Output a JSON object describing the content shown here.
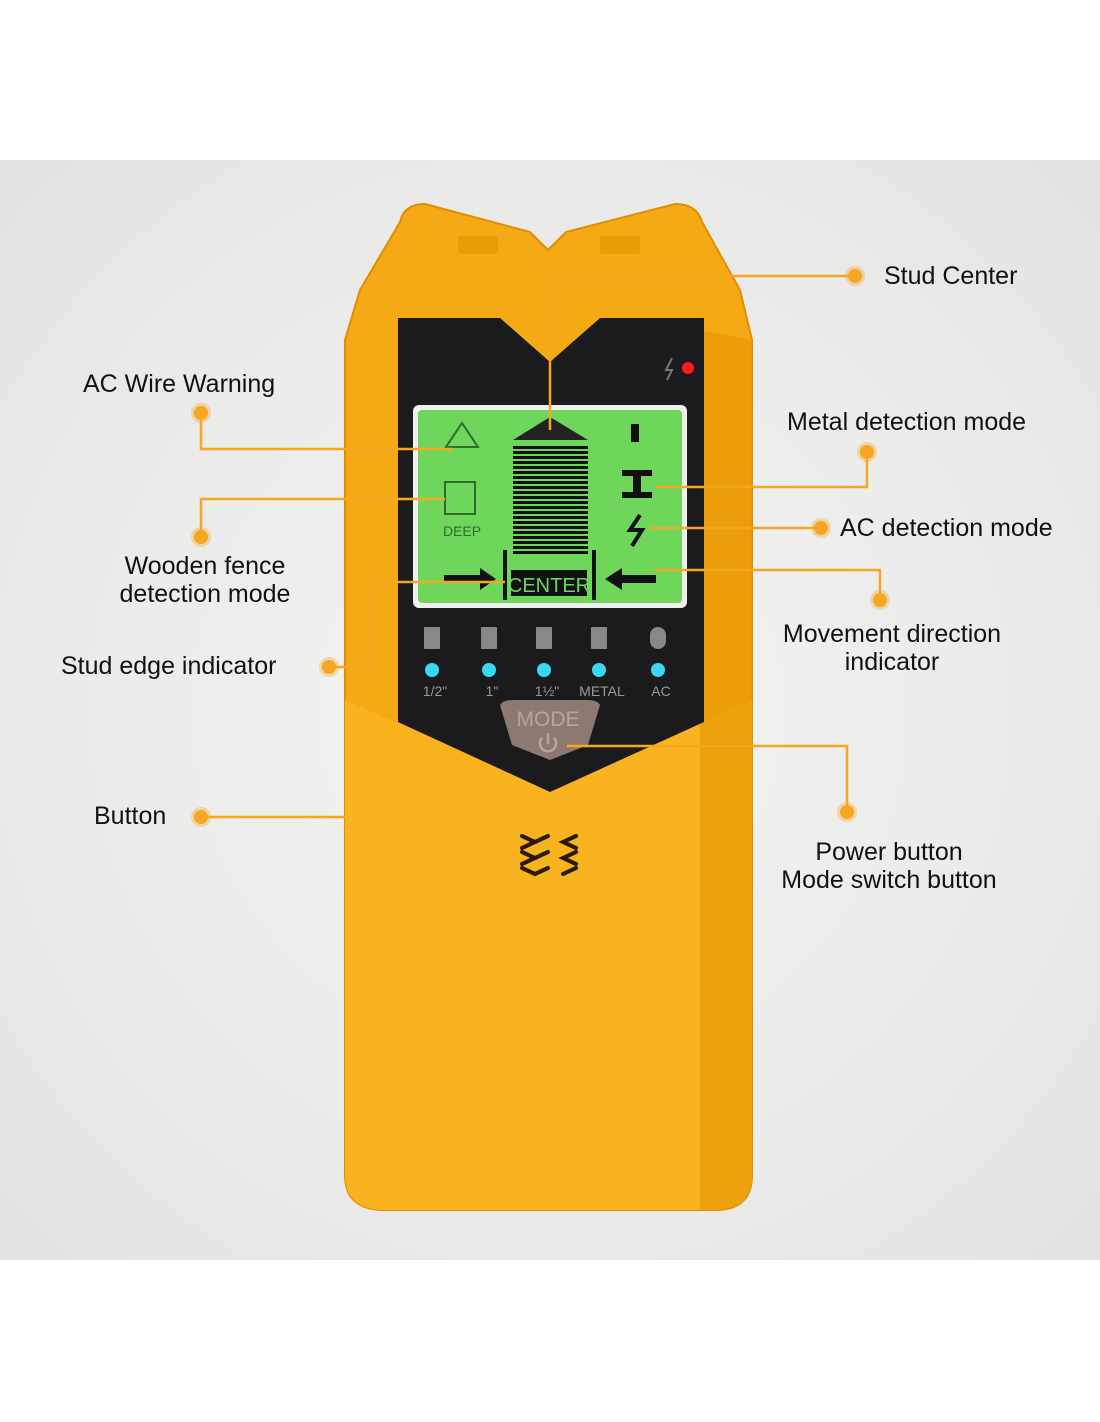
{
  "labels": {
    "stud_center": "Stud Center",
    "ac_wire_warning": "AC Wire Warning",
    "metal_detection_mode": "Metal detection mode",
    "wooden_fence_line1": "Wooden fence",
    "wooden_fence_line2": "detection mode",
    "ac_detection_mode": "AC detection mode",
    "stud_edge_indicator": "Stud edge indicator",
    "movement_line1": "Movement direction",
    "movement_line2": "indicator",
    "button": "Button",
    "power_line1": "Power button",
    "power_line2": "Mode switch button"
  },
  "device": {
    "lcd": {
      "deep_label": "DEEP",
      "center_label": "CENTER"
    },
    "leds": [
      {
        "label": "1/2\"",
        "icon": "wood-block-icon"
      },
      {
        "label": "1\"",
        "icon": "wood-block-icon"
      },
      {
        "label": "1½\"",
        "icon": "wood-block-icon"
      },
      {
        "label": "METAL",
        "icon": "i-beam-icon"
      },
      {
        "label": "AC",
        "icon": "sine-wave-icon"
      }
    ],
    "mode_button": "MODE"
  },
  "colors": {
    "body": "#F5A915",
    "leader": "#F5A623",
    "lcd": "#6FD65C",
    "led": "#39D8F0"
  }
}
